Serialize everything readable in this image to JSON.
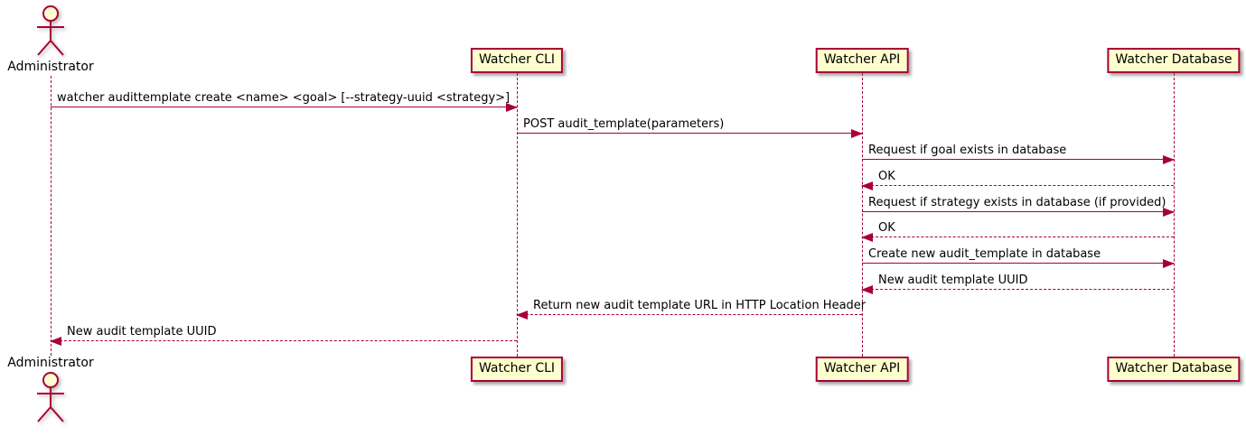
{
  "colors": {
    "line": "#A80036",
    "participant_fill": "#FEFECE",
    "text": "#000000",
    "background": "#FFFFFF"
  },
  "actor": {
    "label": "Administrator"
  },
  "participants": [
    {
      "label": "Watcher CLI"
    },
    {
      "label": "Watcher API"
    },
    {
      "label": "Watcher Database"
    }
  ],
  "messages": [
    {
      "from": "Administrator",
      "to": "Watcher CLI",
      "label": "watcher audittemplate create <name> <goal> [--strategy-uuid <strategy>]",
      "line": "solid",
      "direction": "right"
    },
    {
      "from": "Watcher CLI",
      "to": "Watcher API",
      "label": "POST audit_template(parameters)",
      "line": "solid",
      "direction": "right"
    },
    {
      "from": "Watcher API",
      "to": "Watcher Database",
      "label": "Request if goal exists in database",
      "line": "solid",
      "direction": "right"
    },
    {
      "from": "Watcher Database",
      "to": "Watcher API",
      "label": "OK",
      "line": "dashed",
      "direction": "left"
    },
    {
      "from": "Watcher API",
      "to": "Watcher Database",
      "label": "Request if strategy exists in database (if provided)",
      "line": "solid",
      "direction": "right"
    },
    {
      "from": "Watcher Database",
      "to": "Watcher API",
      "label": "OK",
      "line": "dashed",
      "direction": "left"
    },
    {
      "from": "Watcher API",
      "to": "Watcher Database",
      "label": "Create new audit_template in database",
      "line": "solid",
      "direction": "right"
    },
    {
      "from": "Watcher Database",
      "to": "Watcher API",
      "label": "New audit template UUID",
      "line": "dashed",
      "direction": "left"
    },
    {
      "from": "Watcher API",
      "to": "Watcher CLI",
      "label": "Return new audit template URL in HTTP Location Header",
      "line": "dashed",
      "direction": "left"
    },
    {
      "from": "Watcher CLI",
      "to": "Administrator",
      "label": "New audit template UUID",
      "line": "dashed",
      "direction": "left"
    }
  ]
}
